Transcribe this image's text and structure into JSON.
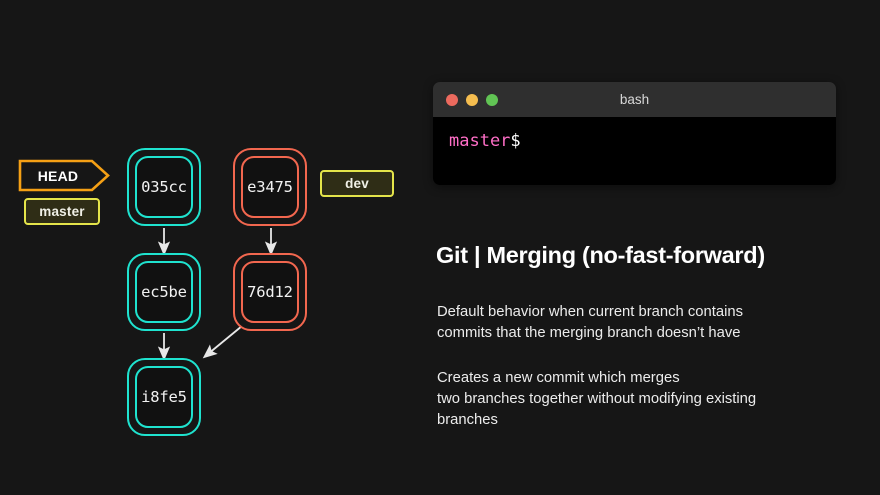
{
  "theme": {
    "background": "#161616",
    "master_branch_color": "#1fe3cf",
    "dev_branch_color": "#f2674f",
    "head_color": "#f5a015",
    "chip_border_color": "#e4e44a",
    "arrow_color": "#e8e8e8"
  },
  "graph": {
    "head": {
      "label": "HEAD"
    },
    "chips": [
      {
        "id": "master",
        "label": "master"
      },
      {
        "id": "dev",
        "label": "dev"
      }
    ],
    "commits": [
      {
        "id": "035cc",
        "label": "035cc",
        "branch": "master"
      },
      {
        "id": "ec5be",
        "label": "ec5be",
        "branch": "master"
      },
      {
        "id": "i8fe5",
        "label": "i8fe5",
        "branch": "master"
      },
      {
        "id": "e3475",
        "label": "e3475",
        "branch": "dev"
      },
      {
        "id": "76d12",
        "label": "76d12",
        "branch": "dev"
      }
    ],
    "edges": [
      {
        "from": "035cc",
        "to": "ec5be"
      },
      {
        "from": "ec5be",
        "to": "i8fe5"
      },
      {
        "from": "e3475",
        "to": "76d12"
      },
      {
        "from": "76d12",
        "to": "i8fe5"
      }
    ]
  },
  "terminal": {
    "title": "bash",
    "prompt_branch": "master",
    "prompt_sigil": "$",
    "buttons": [
      "close",
      "minimize",
      "maximize"
    ]
  },
  "content": {
    "heading": "Git | Merging (no-fast-forward)",
    "paragraph_1": "Default behavior when current branch contains\ncommits that the merging branch doesn’t have",
    "paragraph_2": "Creates a new commit which merges\ntwo branches together without modifying existing\nbranches"
  }
}
